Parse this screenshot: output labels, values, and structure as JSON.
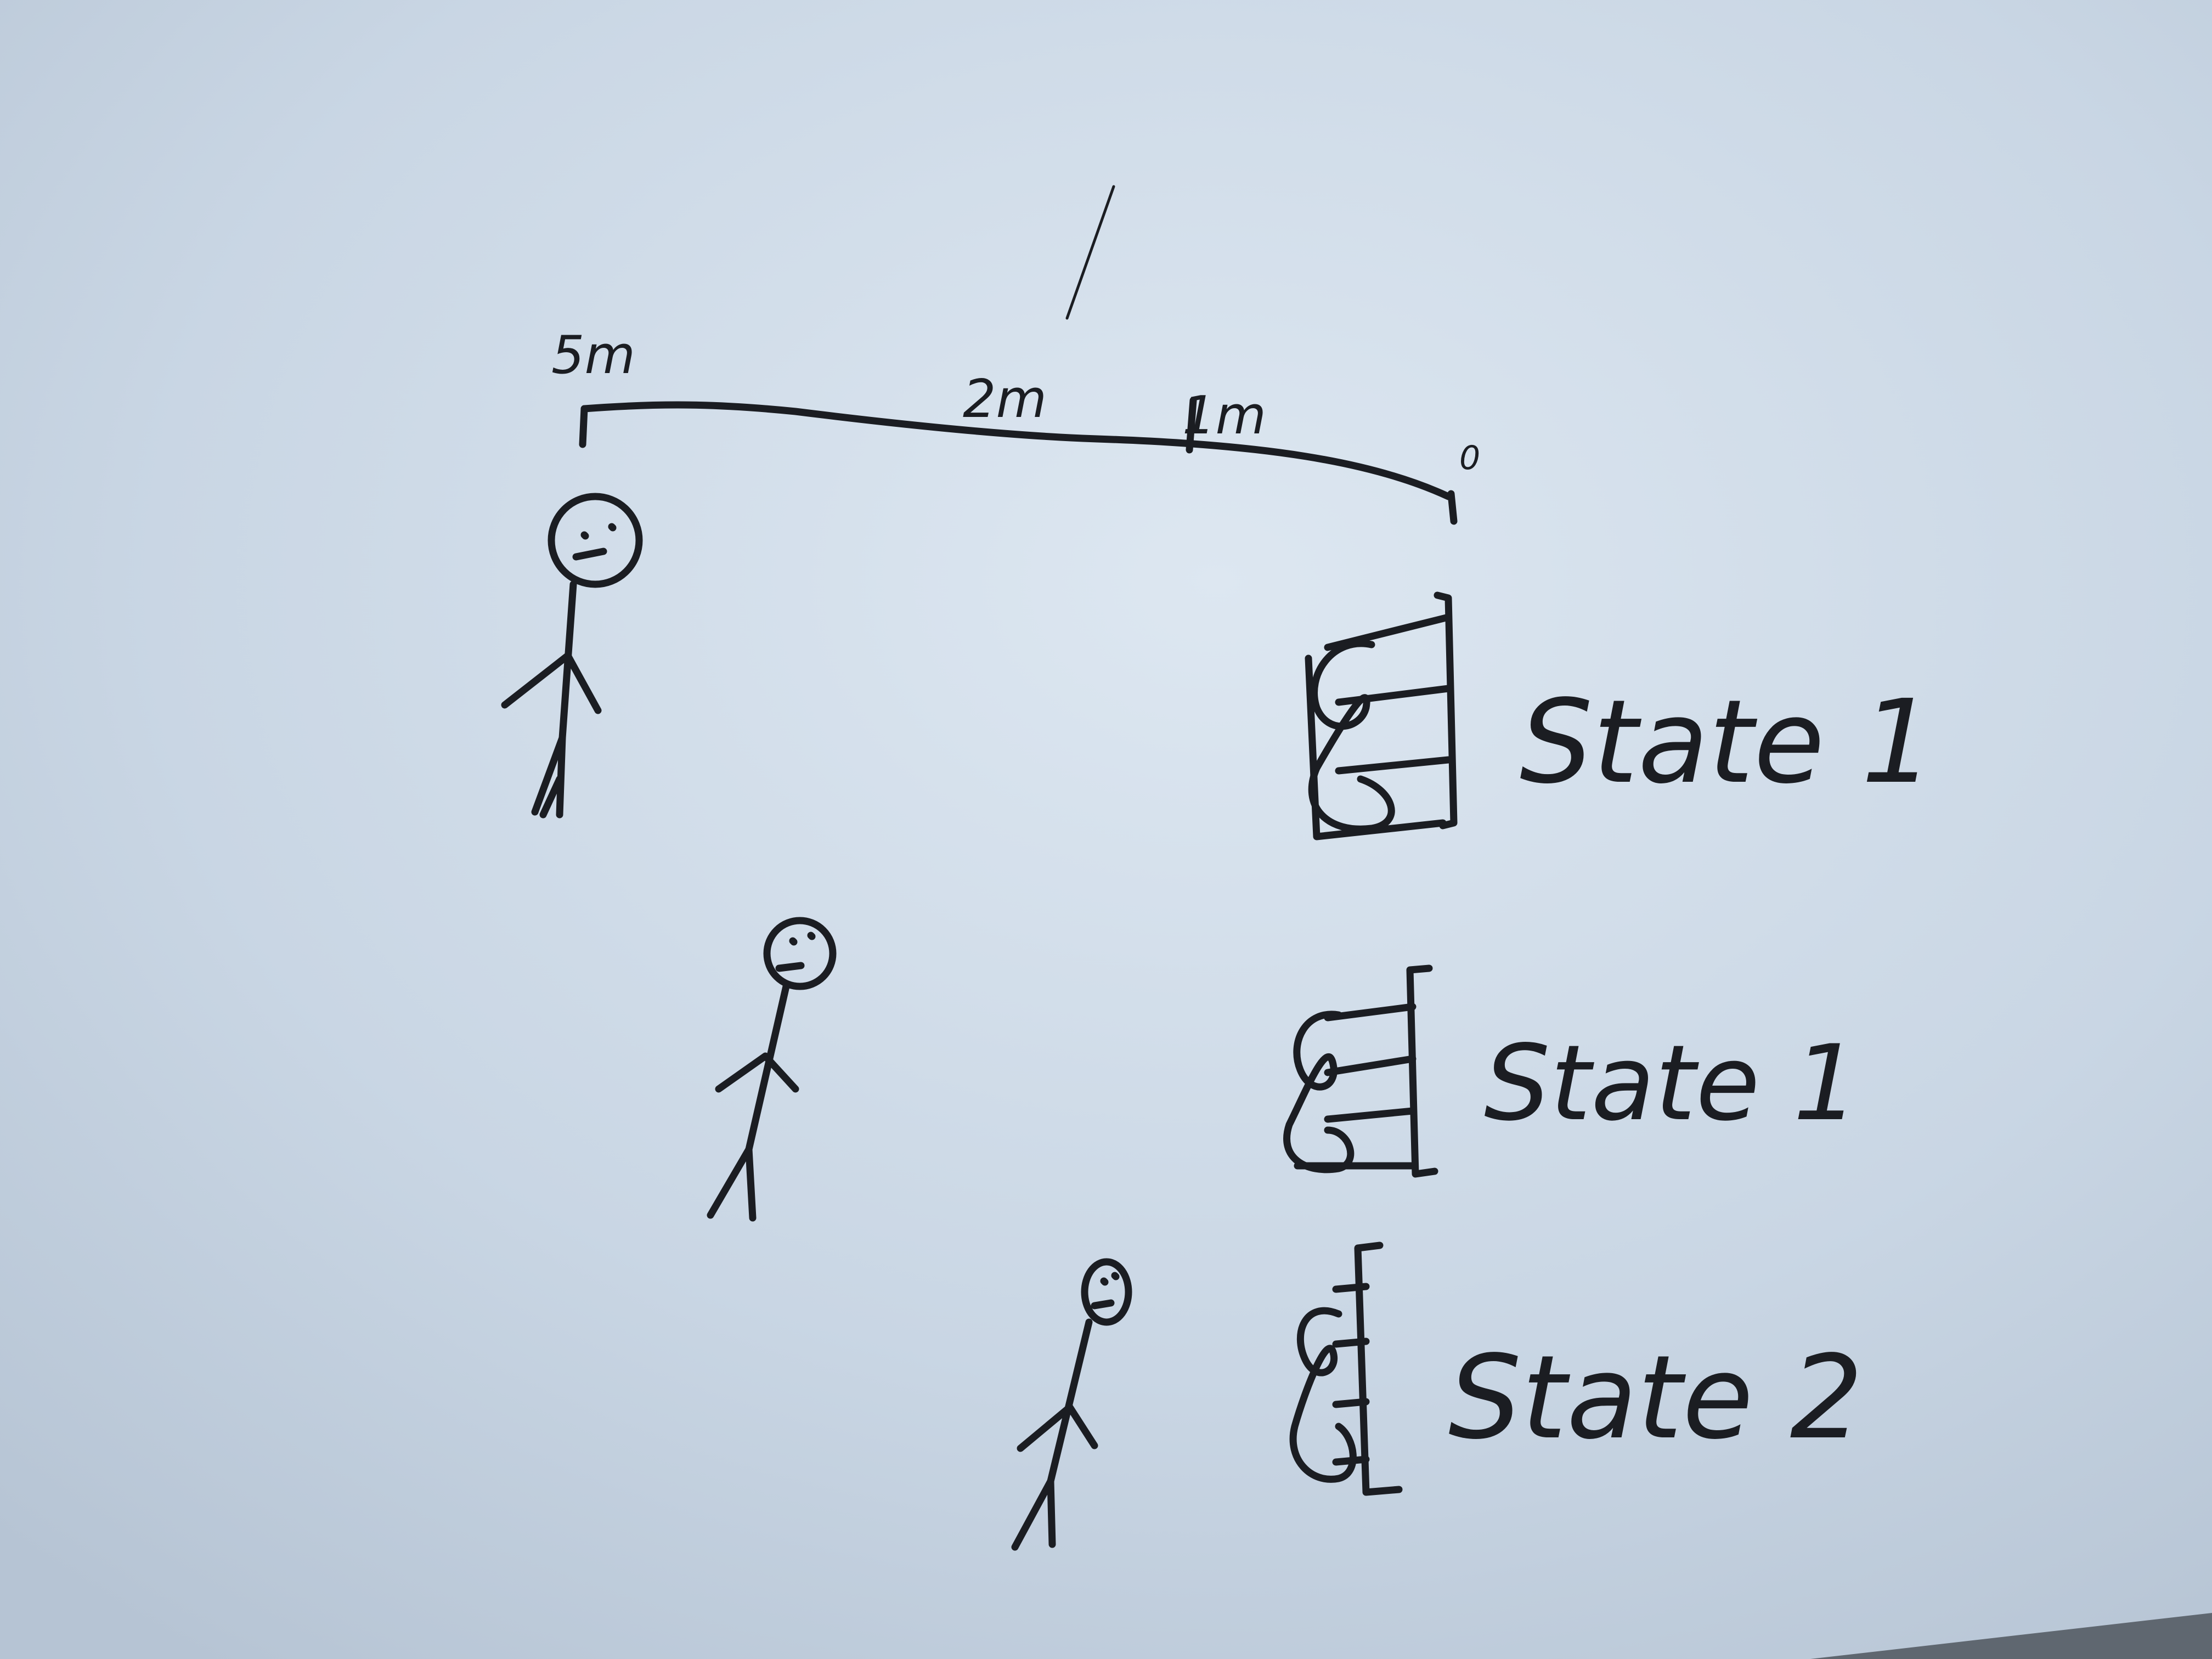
{
  "colors": {
    "paper": "#c9d6e4",
    "paper_highlight": "#dbe5ef",
    "ink": "#1b1d22",
    "table_edge": "#5f6770"
  },
  "scale": {
    "labels": [
      "5m",
      "2m",
      "1m",
      "0"
    ]
  },
  "states": [
    {
      "label": "State 1"
    },
    {
      "label": "State 1"
    },
    {
      "label": "State 2"
    }
  ]
}
